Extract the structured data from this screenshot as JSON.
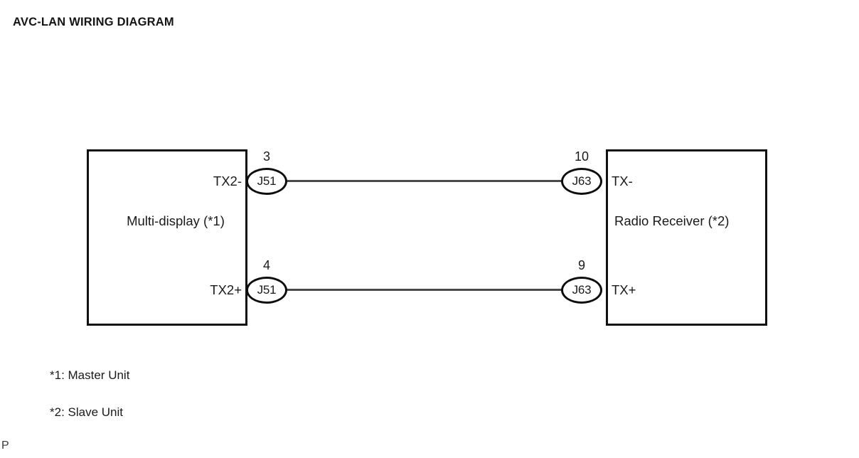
{
  "title": "AVC-LAN WIRING DIAGRAM",
  "units": {
    "left": {
      "name": "Multi-display (*1)",
      "pins": [
        {
          "signal": "TX2-",
          "connector": "J51",
          "number": "3"
        },
        {
          "signal": "TX2+",
          "connector": "J51",
          "number": "4"
        }
      ]
    },
    "right": {
      "name": "Radio Receiver (*2)",
      "pins": [
        {
          "signal": "TX-",
          "connector": "J63",
          "number": "10"
        },
        {
          "signal": "TX+",
          "connector": "J63",
          "number": "9"
        }
      ]
    }
  },
  "wires": [
    {
      "from": "J51-3",
      "to": "J63-10",
      "signal": "TX-"
    },
    {
      "from": "J51-4",
      "to": "J63-9",
      "signal": "TX+"
    }
  ],
  "footnotes": [
    "*1: Master Unit",
    "*2: Slave Unit"
  ],
  "corner_mark": "P",
  "colors": {
    "background": "#ffffff",
    "line": "#111111",
    "wire": "#4a4a4a",
    "text": "#1a1a1a"
  }
}
